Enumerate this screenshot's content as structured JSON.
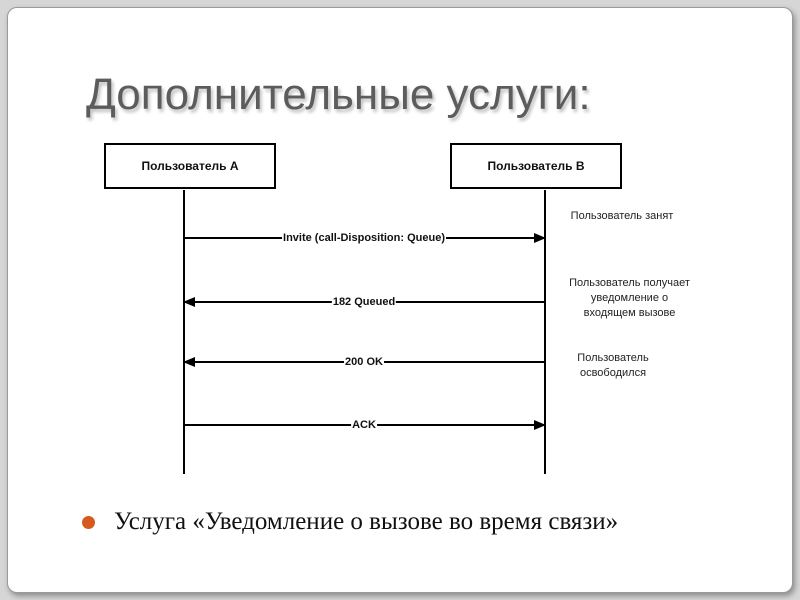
{
  "slide": {
    "title": "Дополнительные услуги:",
    "bullet": "Услуга «Уведомление о вызове во время связи»",
    "bullet_color": "#d65a1f"
  },
  "diagram": {
    "participants": [
      {
        "id": "a",
        "label": "Пользователь А"
      },
      {
        "id": "b",
        "label": "Пользователь В"
      }
    ],
    "messages": [
      {
        "label": "Invite (call-Disposition: Queue)",
        "from": "a",
        "to": "b"
      },
      {
        "label": "182 Queued",
        "from": "b",
        "to": "a"
      },
      {
        "label": "200 OK",
        "from": "b",
        "to": "a"
      },
      {
        "label": "ACK",
        "from": "a",
        "to": "b"
      }
    ],
    "notes": [
      "Пользователь занят",
      "Пользователь получает\nуведомление о\nвходящем вызове",
      "Пользователь\nосвободился"
    ]
  }
}
